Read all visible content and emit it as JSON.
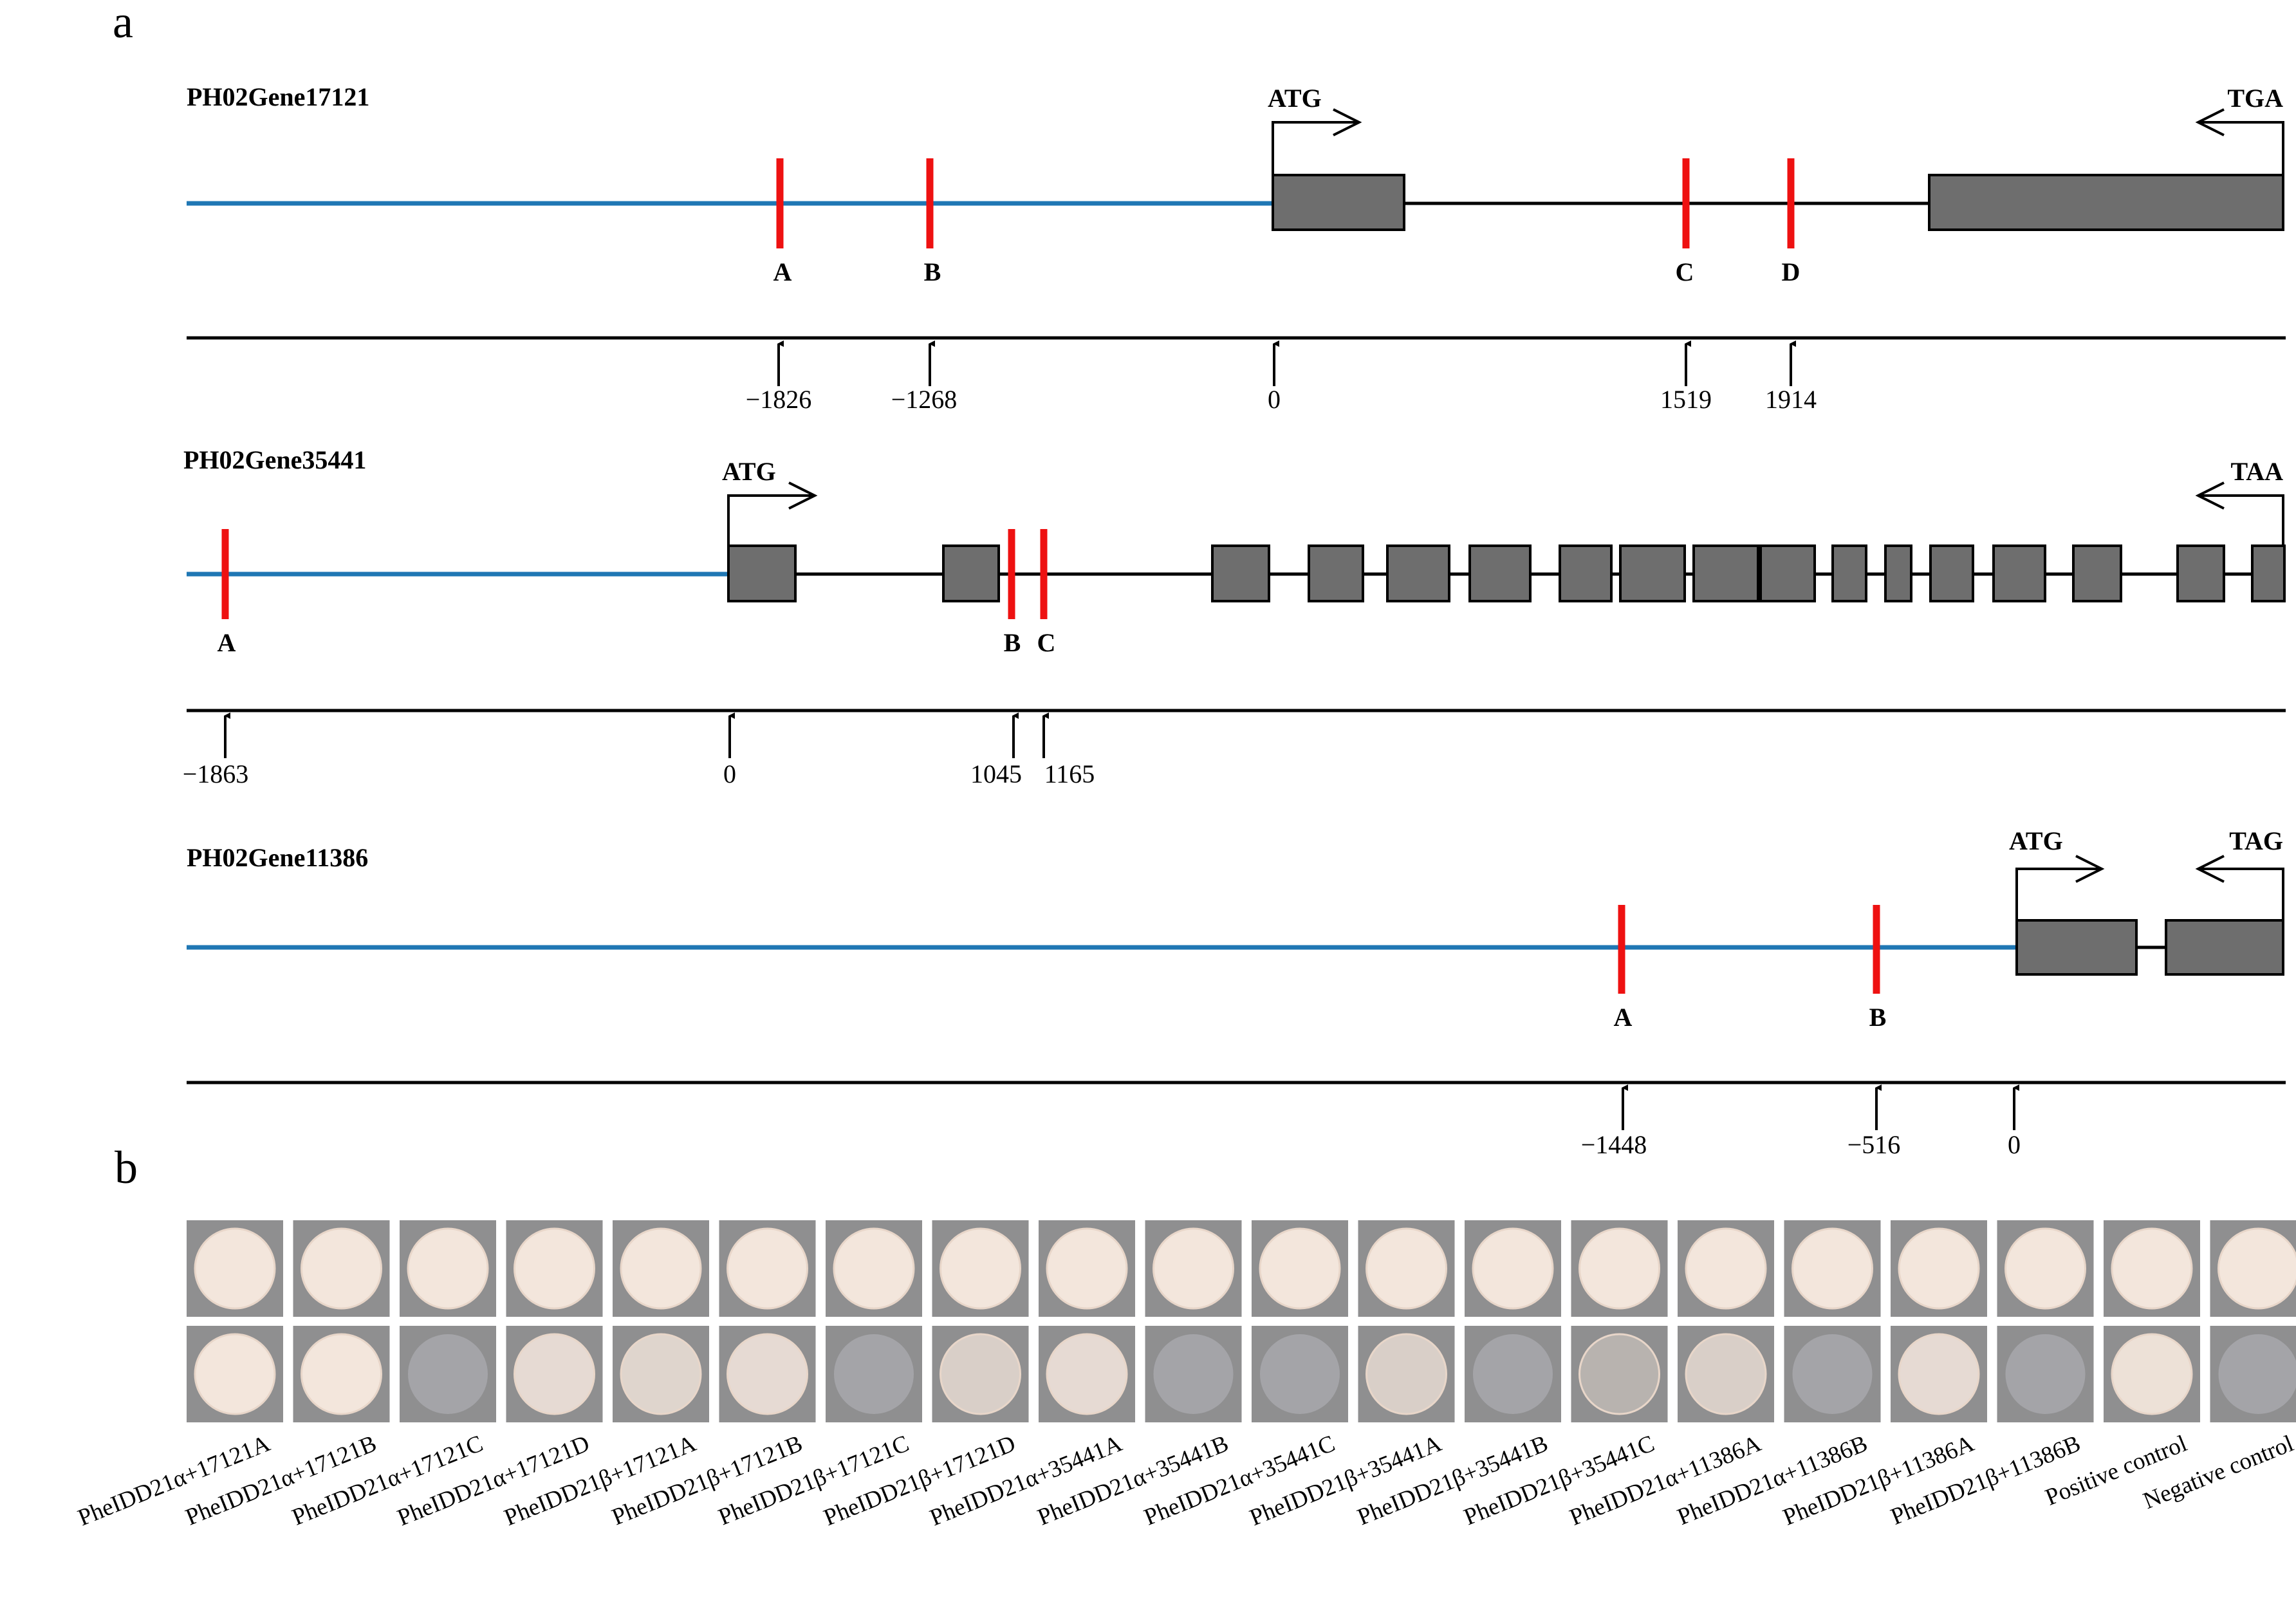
{
  "panels": {
    "a": "a",
    "b": "b"
  },
  "genes": [
    {
      "name": "PH02Gene17121",
      "start_codon": "ATG",
      "stop_codon": "TGA",
      "sites": [
        {
          "label": "A",
          "position": "−1826"
        },
        {
          "label": "B",
          "position": "−1268"
        },
        {
          "label": "C",
          "position": "1519"
        },
        {
          "label": "D",
          "position": "1914"
        }
      ],
      "tss_position": "0"
    },
    {
      "name": "PH02Gene35441",
      "start_codon": "ATG",
      "stop_codon": "TAA",
      "sites": [
        {
          "label": "A",
          "position": "−1863"
        },
        {
          "label": "B",
          "position": "1045"
        },
        {
          "label": "C",
          "position": "1165"
        }
      ],
      "tss_position": "0"
    },
    {
      "name": "PH02Gene11386",
      "start_codon": "ATG",
      "stop_codon": "TAG",
      "sites": [
        {
          "label": "A",
          "position": "−1448"
        },
        {
          "label": "B",
          "position": "−516"
        }
      ],
      "tss_position": "0"
    }
  ],
  "yeast_assay": {
    "columns": [
      "PheIDD21α+17121A",
      "PheIDD21α+17121B",
      "PheIDD21α+17121C",
      "PheIDD21α+17121D",
      "PheIDD21β+17121A",
      "PheIDD21β+17121B",
      "PheIDD21β+17121C",
      "PheIDD21β+17121D",
      "PheIDD21α+35441A",
      "PheIDD21α+35441B",
      "PheIDD21α+35441C",
      "PheIDD21β+35441A",
      "PheIDD21β+35441B",
      "PheIDD21β+35441C",
      "PheIDD21α+11386A",
      "PheIDD21α+11386B",
      "PheIDD21β+11386A",
      "PheIDD21β+11386B",
      "Positive control",
      "Negative control"
    ],
    "top_row_growth": [
      1,
      1,
      1,
      1,
      1,
      1,
      1,
      1,
      1,
      1,
      1,
      1,
      1,
      1,
      1,
      1,
      1,
      1,
      1,
      1
    ],
    "bottom_row_growth": [
      1,
      1,
      0,
      0.8,
      0.7,
      0.8,
      0,
      0.6,
      0.8,
      0,
      0,
      0.6,
      0,
      0.1,
      0.6,
      0,
      0.8,
      0,
      0.9,
      0
    ]
  },
  "colors": {
    "promoter": "#1f77b4",
    "exon": "#6e6e6e",
    "site": "#ee1111",
    "intron": "#000000"
  }
}
